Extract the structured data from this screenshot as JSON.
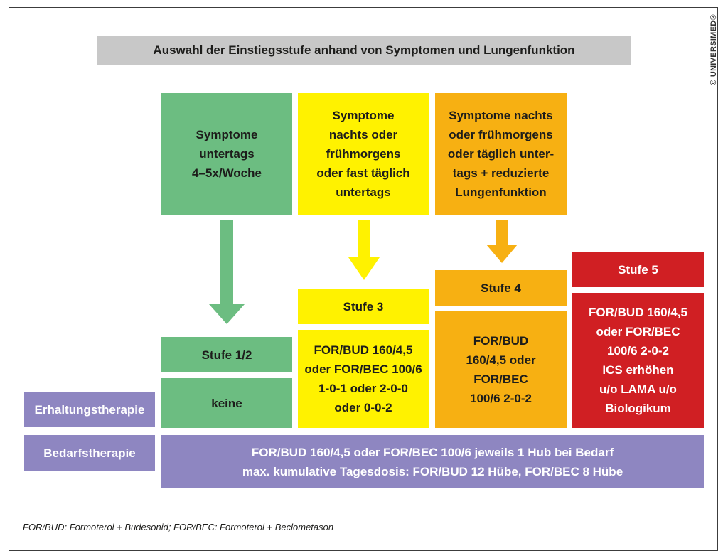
{
  "title": "Auswahl der Einstiegsstufe anhand von Symptomen und Lungenfunktion",
  "copyright": "© UNIVERSIMED®",
  "symptoms": {
    "green": "Symptome\nuntertags\n4–5x/Woche",
    "yellow": "Symptome\nnachts oder\nfrühmorgens\noder fast täglich\nuntertags",
    "orange": "Symptome nachts\noder frühmorgens\noder täglich unter-\ntags + reduzierte\nLungenfunktion"
  },
  "stages": {
    "stufe12": {
      "label": "Stufe 1/2",
      "therapy": "keine"
    },
    "stufe3": {
      "label": "Stufe 3",
      "therapy": "FOR/BUD 160/4,5\noder FOR/BEC 100/6\n1-0-1 oder 2-0-0\noder 0-0-2"
    },
    "stufe4": {
      "label": "Stufe 4",
      "therapy": "FOR/BUD\n160/4,5 oder\nFOR/BEC\n100/6 2-0-2"
    },
    "stufe5": {
      "label": "Stufe 5",
      "therapy": "FOR/BUD 160/4,5\noder FOR/BEC\n100/6 2-0-2\nICS erhöhen\nu/o LAMA u/o\nBiologikum"
    }
  },
  "rows": {
    "maintenance_label": "Erhaltungstherapie",
    "on_demand_label": "Bedarfstherapie",
    "on_demand_text": "FOR/BUD 160/4,5 oder FOR/BEC 100/6 jeweils 1 Hub bei Bedarf\nmax. kumulative Tagesdosis: FOR/BUD 12 Hübe, FOR/BEC 8 Hübe"
  },
  "footnote": "FOR/BUD: Formoterol + Budesonid; FOR/BEC: Formoterol + Beclometason",
  "colors": {
    "green": "#6cbd81",
    "yellow": "#fff200",
    "orange": "#f7b012",
    "red": "#d01f23",
    "purple": "#8e86c1",
    "grey": "#c8c8c8"
  }
}
